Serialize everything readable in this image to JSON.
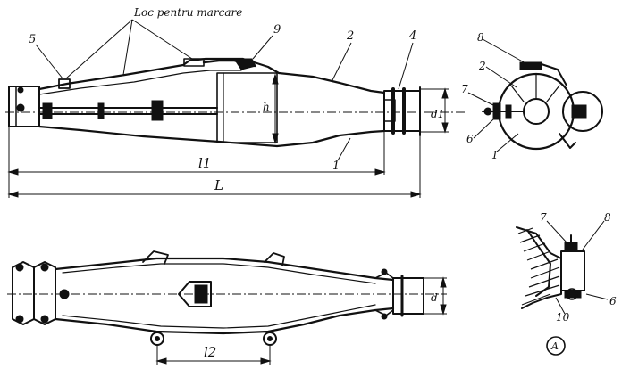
{
  "labels": {
    "header": "Loc pentru marcare",
    "n1": "1",
    "n2": "2",
    "n4": "4",
    "n5": "5",
    "n6": "6",
    "n7": "7",
    "n8": "8",
    "n9": "9",
    "n10": "10",
    "dim_L": "L",
    "dim_l1": "l1",
    "dim_l2": "l2",
    "dim_d": "d",
    "dim_d1": "d1",
    "dim_h": "h",
    "detail": "A"
  }
}
